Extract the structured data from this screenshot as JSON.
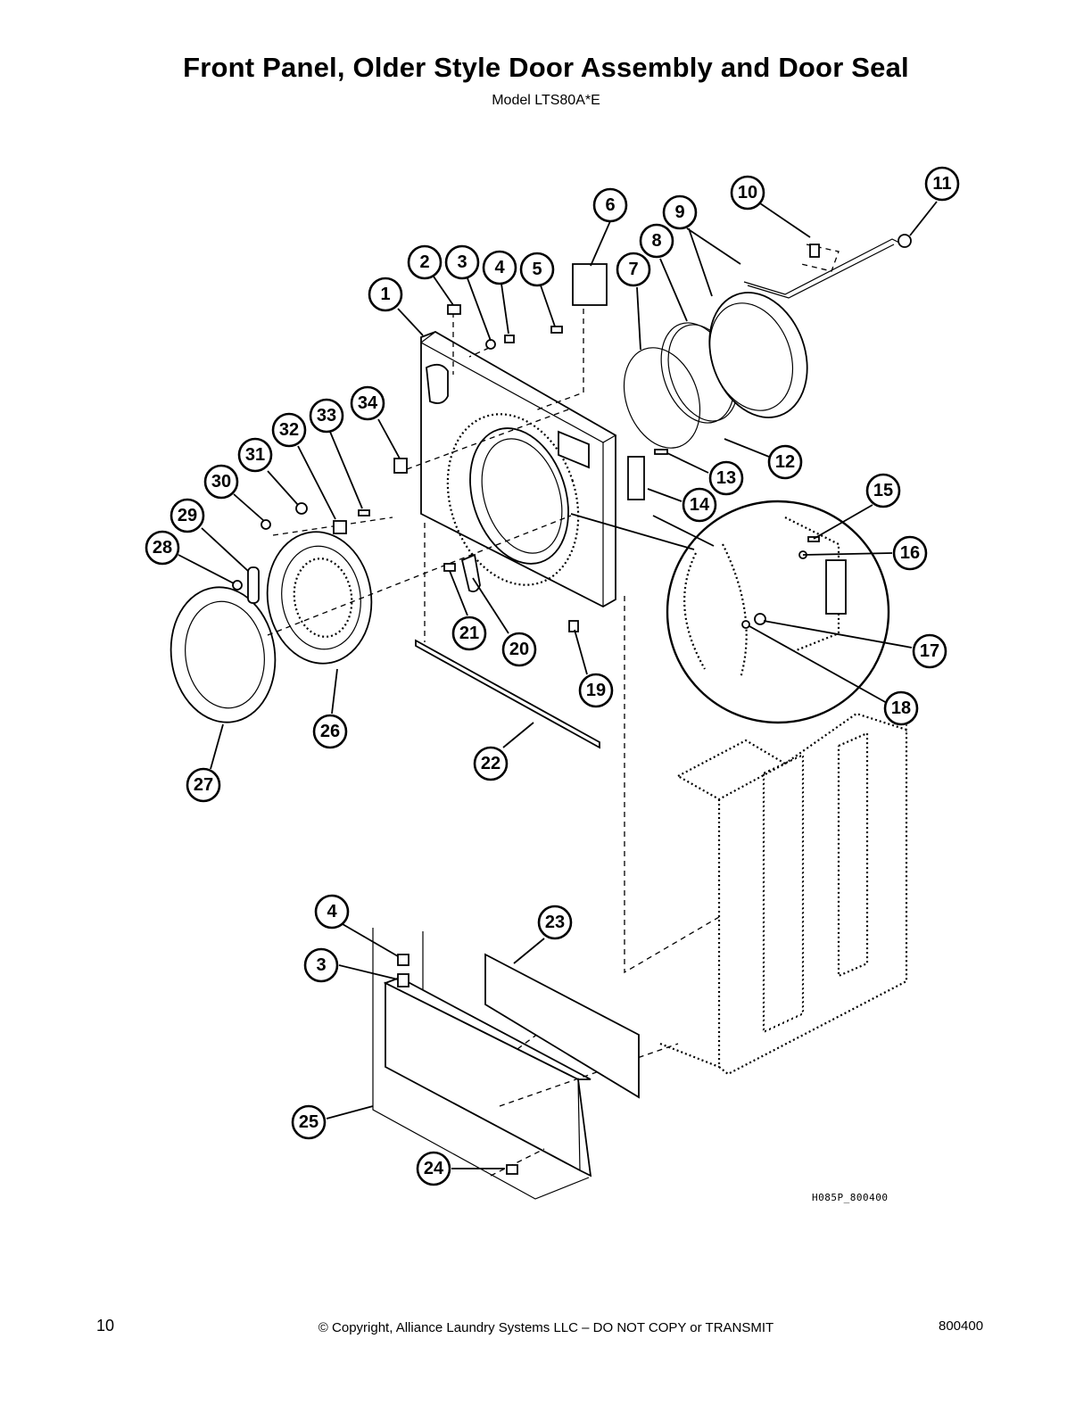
{
  "header": {
    "title": "Front Panel, Older Style Door Assembly and Door Seal",
    "subtitle": "Model LTS80A*E"
  },
  "diagram": {
    "drawing_code": "H085P_800400",
    "callouts": [
      "1",
      "2",
      "3",
      "4",
      "5",
      "6",
      "7",
      "8",
      "9",
      "10",
      "11",
      "12",
      "13",
      "14",
      "15",
      "16",
      "17",
      "18",
      "19",
      "20",
      "21",
      "22",
      "23",
      "24",
      "25",
      "26",
      "27",
      "28",
      "29",
      "30",
      "31",
      "32",
      "33",
      "34",
      "4",
      "3"
    ]
  },
  "footer": {
    "page_number": "10",
    "copyright": "© Copyright, Alliance Laundry Systems LLC – DO NOT COPY or TRANSMIT",
    "document_number": "800400"
  }
}
